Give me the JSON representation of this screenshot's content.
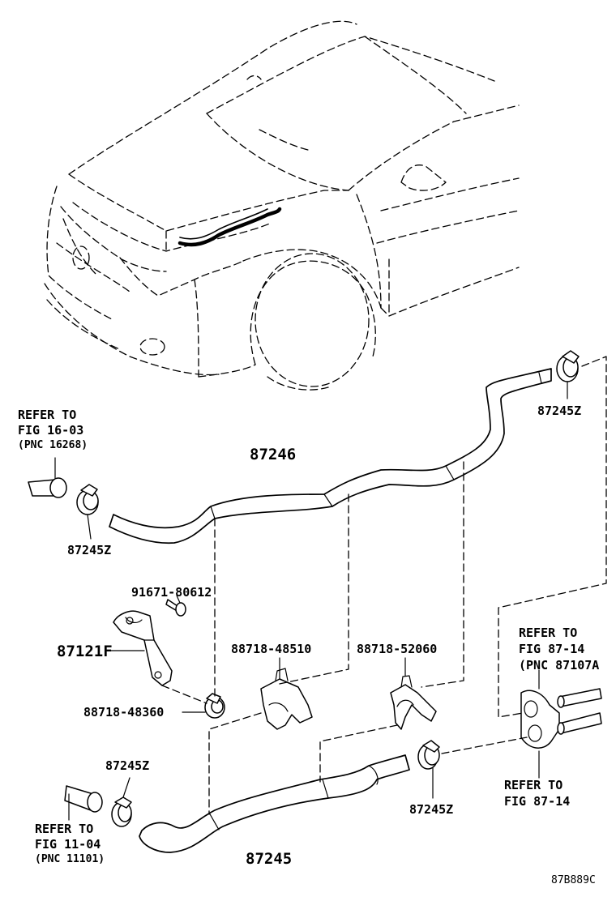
{
  "diagram_code": "87B889C",
  "parts": {
    "hose_upper": "87246",
    "hose_lower": "87245",
    "clamp_upper_left": "87245Z",
    "clamp_upper_right": "87245Z",
    "clamp_lower_left": "87245Z",
    "clamp_lower_right": "87245Z",
    "bolt": "91671-80612",
    "bracket": "87121F",
    "clip_small": "88718-48360",
    "clamp_48510": "88718-48510",
    "clamp_52060": "88718-52060"
  },
  "refs": {
    "ref_16_03": {
      "line1": "REFER TO",
      "line2": "FIG 16-03",
      "line3": "(PNC 16268)"
    },
    "ref_11_04": {
      "line1": "REFER TO",
      "line2": "FIG 11-04",
      "line3": "(PNC 11101)"
    },
    "ref_87_14_a": {
      "line1": "REFER TO",
      "line2": "FIG 87-14",
      "line3": "(PNC 87107A"
    },
    "ref_87_14_b": {
      "line1": "REFER TO",
      "line2": "FIG 87-14"
    }
  }
}
